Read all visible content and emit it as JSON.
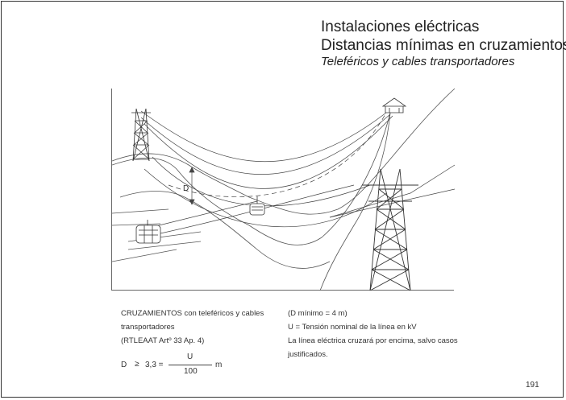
{
  "header": {
    "title": "Instalaciones eléctricas",
    "subtitle": "Distancias mínimas en cruzamientos",
    "section": "Teleféricos y cables transportadores"
  },
  "figure": {
    "distance_label": "D"
  },
  "left_text": {
    "line1": "CRUZAMIENTOS con teleféricos y cables",
    "line2": "transportadores",
    "line3": "(RTLEAAT Artº 33 Ap. 4)"
  },
  "formula": {
    "lhs": "D",
    "op": "≥",
    "factor": "3,3 =",
    "numerator": "U",
    "denominator": "100",
    "unit": "m"
  },
  "right_text": {
    "line1": "(D mínimo = 4 m)",
    "line2": "U = Tensión nominal de la línea en kV",
    "line3": "La línea eléctrica cruzará por encima, salvo casos",
    "line4": "justificados."
  },
  "footer": {
    "page_number": "191"
  }
}
